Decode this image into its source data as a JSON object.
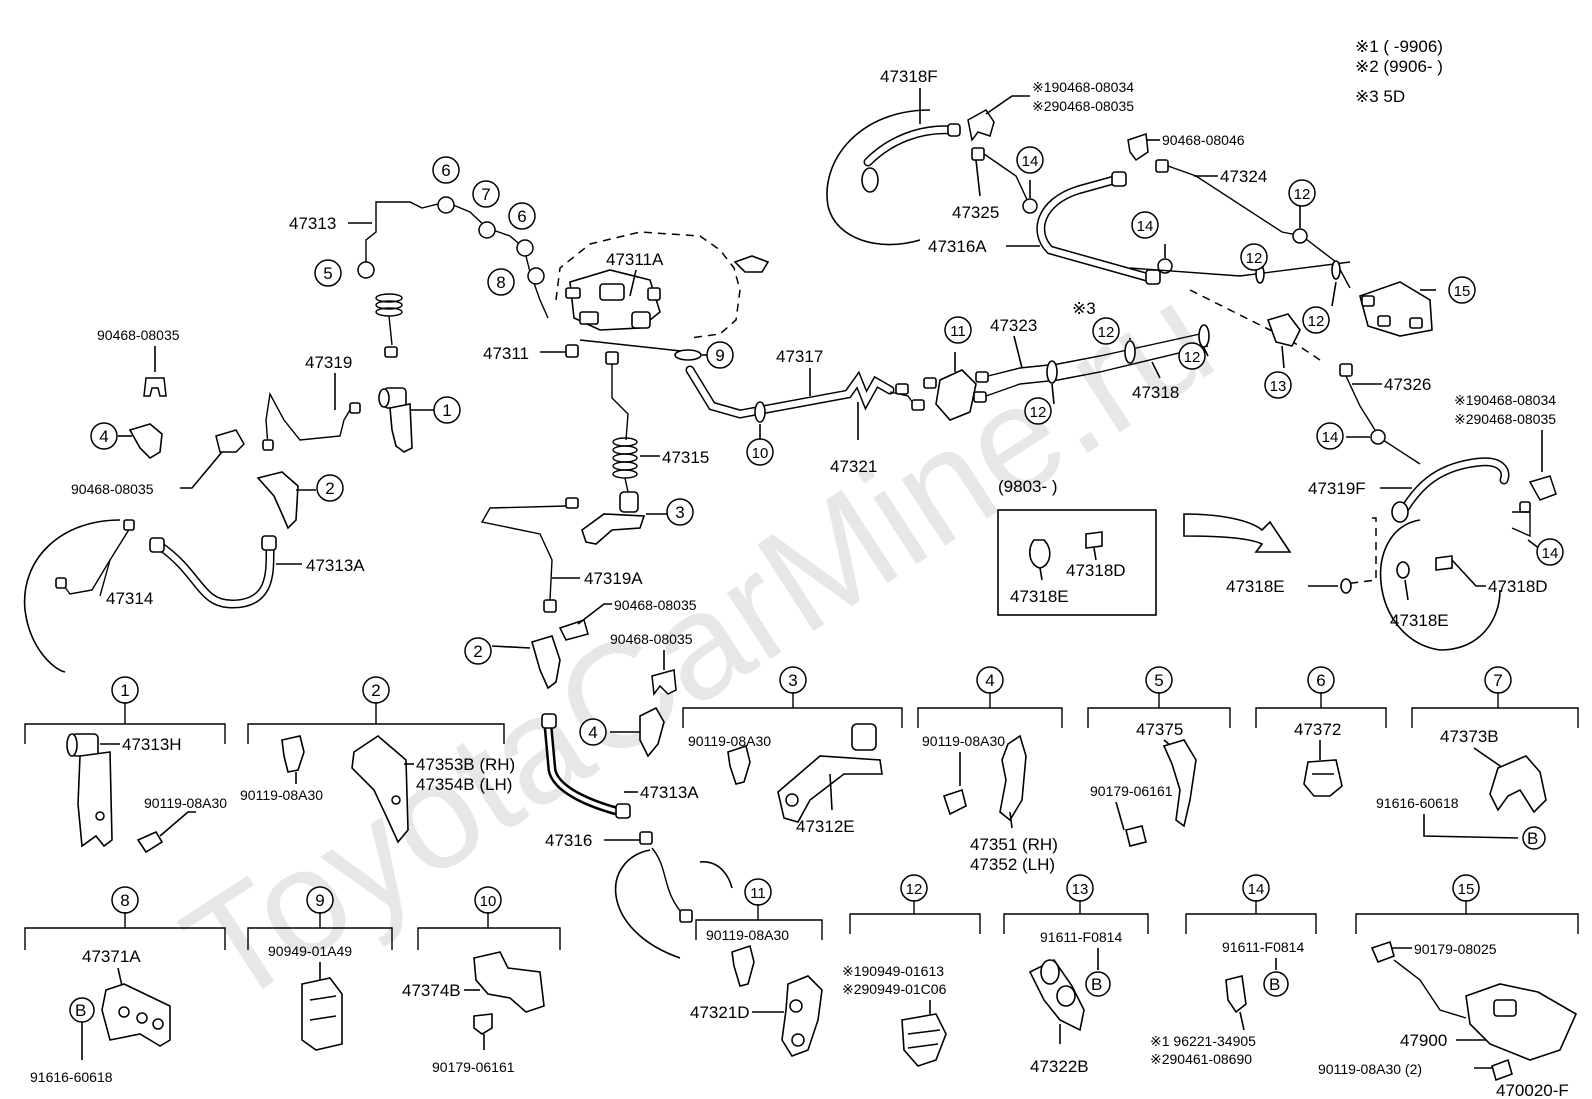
{
  "header": {
    "note1": "※1 (      -9906)",
    "note2": "※2 (9906-      )",
    "note3": "※3  5D"
  },
  "watermark": "ToyotaCarMine.ru",
  "labels": {
    "p47318F": "47318F",
    "p47313": "47313",
    "p47311A": "47311A",
    "p47311": "47311",
    "p47319": "47319",
    "p47317": "47317",
    "p47315": "47315",
    "p47321": "47321",
    "p47319A": "47319A",
    "p47313A_left": "47313A",
    "p47313A_mid": "47313A",
    "p47314": "47314",
    "p47316": "47316",
    "p47323": "47323",
    "p47318": "47318",
    "p47325": "47325",
    "p47316A": "47316A",
    "p47324": "47324",
    "p47326": "47326",
    "p47319F": "47319F",
    "p47318E_right": "47318E",
    "p47318D_right": "47318D",
    "p47318E_right2": "47318E",
    "star3": "※3",
    "c90468_08035_a": "90468-08035",
    "c90468_08035_b": "90468-08035",
    "c90468_08035_c": "90468-08035",
    "c90468_08035_d": "90468-08035",
    "c90468_08046": "90468-08046",
    "top_clip_1": "※190468-08034",
    "top_clip_2": "※290468-08035",
    "right_clip_1": "※190468-08034",
    "right_clip_2": "※290468-08035"
  },
  "callouts": [
    "1",
    "2",
    "3",
    "4",
    "5",
    "6",
    "7",
    "8",
    "9",
    "10",
    "11",
    "12",
    "13",
    "14",
    "15",
    "B"
  ],
  "inset": {
    "title": "(9803-        )",
    "p47318E": "47318E",
    "p47318D": "47318D"
  },
  "legend": {
    "g1": {
      "num": "1",
      "part": "47313H",
      "bolt": "90119-08A30"
    },
    "g2": {
      "num": "2",
      "bolt": "90119-08A30",
      "rh": "47353B (RH)",
      "lh": "47354B (LH)"
    },
    "g3": {
      "num": "3",
      "bolt": "90119-08A30",
      "part": "47312E"
    },
    "g4": {
      "num": "4",
      "bolt": "90119-08A30",
      "rh": "47351 (RH)",
      "lh": "47352 (LH)"
    },
    "g5": {
      "num": "5",
      "part": "47375",
      "screw": "90179-06161"
    },
    "g6": {
      "num": "6",
      "part": "47372"
    },
    "g7": {
      "num": "7",
      "part": "47373B",
      "bolt": "91616-60618",
      "ref": "B"
    },
    "g8": {
      "num": "8",
      "part": "47371A",
      "ref": "B",
      "bolt": "91616-60618"
    },
    "g9": {
      "num": "9",
      "part": "90949-01A49"
    },
    "g10": {
      "num": "10",
      "part": "47374B",
      "screw": "90179-06161"
    },
    "g11": {
      "num": "11",
      "bolt": "90119-08A30",
      "part": "47321D"
    },
    "g12": {
      "num": "12",
      "v1": "※190949-01613",
      "v2": "※290949-01C06"
    },
    "g13": {
      "num": "13",
      "bolt": "91611-F0814",
      "ref": "B",
      "part": "47322B"
    },
    "g14": {
      "num": "14",
      "bolt": "91611-F0814",
      "ref": "B",
      "v1": "※1  96221-34905",
      "v2": "※290461-08690"
    },
    "g15": {
      "num": "15",
      "screw": "90179-08025",
      "part": "47900",
      "bolt": "90119-08A30 (2)",
      "fig": "470020-F"
    }
  }
}
